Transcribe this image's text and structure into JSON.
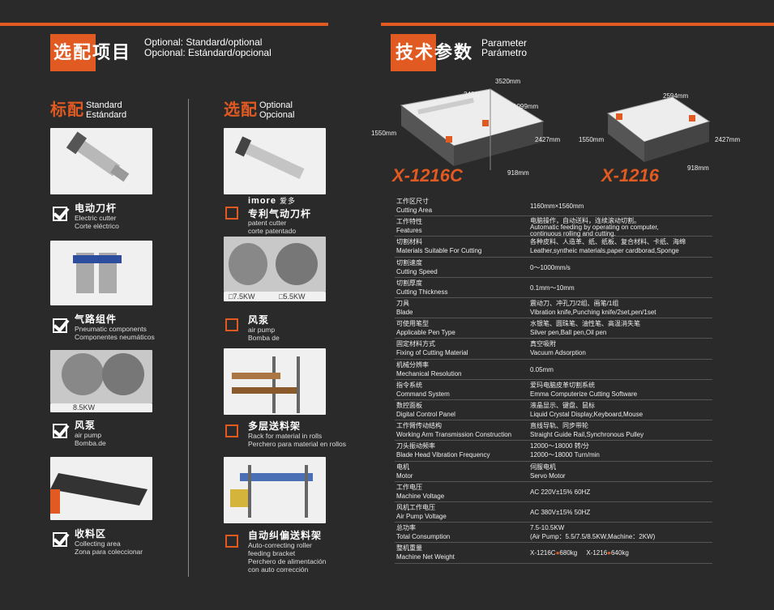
{
  "header_left": {
    "title_cn": "选配项目",
    "sub1": "Optional: Standard/optional",
    "sub2": "Opcional: Estándard/opcional"
  },
  "header_right": {
    "title_cn": "技术参数",
    "sub1": "Parameter",
    "sub2": "Parámetro"
  },
  "standard": {
    "label_cn": "标配",
    "sub1": "Standard",
    "sub2": "Estándard"
  },
  "optional": {
    "label_cn": "选配",
    "sub1": "Optional",
    "sub2": "Opcional"
  },
  "std_items": [
    {
      "cn": "电动刀杆",
      "en": "Electric cutter",
      "es": "Corte eléctrico"
    },
    {
      "cn": "气路组件",
      "en": "Pneumatic components",
      "es": "Componentes neumáticos"
    },
    {
      "cn": "风泵",
      "en": "air pump",
      "es": "Bomba.de",
      "kw": "8.5KW"
    },
    {
      "cn": "收料区",
      "en": "Collecting area",
      "es": "Zona para coleccionar"
    }
  ],
  "opt_items": [
    {
      "brand": "imore",
      "brand_cn": "爱多",
      "cn": "专利气动刀杆",
      "en": "patent cutter",
      "es": "corte patentado"
    },
    {
      "cn": "风泵",
      "en": "air pump",
      "es": "Bomba de",
      "kw1": "7.5KW",
      "kw2": "5.5KW"
    },
    {
      "cn": "多层送料架",
      "en": "Rack for material in rolls",
      "es": "Perchero para material en rollos"
    },
    {
      "cn": "自动纠偏送料架",
      "en": "Auto-correcting roller",
      "en2": "feeding bracket",
      "es": "Perchero de alimentación",
      "es2": "con auto corrección"
    }
  ],
  "machines": {
    "m1": {
      "label": "X-1216C",
      "dims": [
        "3520mm",
        "2421mm",
        "1099mm",
        "1550mm",
        "2427mm",
        "918mm"
      ]
    },
    "m2": {
      "label": "X-1216",
      "dims": [
        "2594mm",
        "1550mm",
        "2427mm",
        "918mm"
      ]
    }
  },
  "specs": [
    {
      "cn": "工作区尺寸",
      "en": "Cutting Area",
      "v1": "1160mm×1560mm",
      "v2": ""
    },
    {
      "cn": "工作特性",
      "en": "Features",
      "v1": "电脑操作，自动送料，连续滚动切割。",
      "v2": "Automatic feeding by operating on computer,",
      "v3": "continuous rolling and cutting."
    },
    {
      "cn": "切割材料",
      "en": "Materials Suitable For Cutting",
      "v1": "各种皮料、人造革、纸、纸板、复合材料、卡纸、海绵",
      "v2": "Leather,syntheic materials,paper cardborad,Sponge"
    },
    {
      "cn": "切割速度",
      "en": "Cutting Speed",
      "v1": "0～1000mm/s",
      "v2": ""
    },
    {
      "cn": "切割厚度",
      "en": "Cutting Thickness",
      "v1": "0.1mm～10mm",
      "v2": ""
    },
    {
      "cn": "刀具",
      "en": "Blade",
      "v1": "震动刀、冲孔刀/2组、画笔/1组",
      "v2": "Vibration knife,Punching knife/2set,pen/1set"
    },
    {
      "cn": "可使用笔型",
      "en": "Applicable Pen Type",
      "v1": "水银笔、圆珠笔、油性笔、高温消失笔",
      "v2": "Silver pen,Ball pen,Oil pen"
    },
    {
      "cn": "固定材料方式",
      "en": "Fixing of Cutting Material",
      "v1": "真空吸附",
      "v2": "Vacuum Adsorption"
    },
    {
      "cn": "机械分辨率",
      "en": "Mechanical Resolution",
      "v1": "0.05mm",
      "v2": ""
    },
    {
      "cn": "指令系统",
      "en": "Command System",
      "v1": "爱玛电脑皮革切割系统",
      "v2": "Emma Computerize Cutting Software"
    },
    {
      "cn": "数控面板",
      "en": "Digital Control Panel",
      "v1": "液晶显示、键盘、鼠标",
      "v2": "Liquid Crystal Display,Keyboard,Mouse"
    },
    {
      "cn": "工作臂传动结构",
      "en": "Working Arm Transmission Construction",
      "v1": "直线导轨、同步带轮",
      "v2": "Straight Guide Rail,Synchronous Pulley"
    },
    {
      "cn": "刀头振动频率",
      "en": "Blade Head Vibration Frequency",
      "v1": "12000～18000 转/分",
      "v2": "12000～18000 Turn/min"
    },
    {
      "cn": "电机",
      "en": "Motor",
      "v1": "伺服电机",
      "v2": "Servo Motor"
    },
    {
      "cn": "工作电压",
      "en": "Machine Voltage",
      "v1": "AC 220V±15% 60HZ",
      "v2": ""
    },
    {
      "cn": "风机工作电压",
      "en": "Air Pump Voltage",
      "v1": "AC 380V±15% 50HZ",
      "v2": ""
    },
    {
      "cn": "总功率",
      "en": "Total Consumption",
      "v1": "7.5-10.5KW",
      "v2": "(Air Pump：5.5/7.5/8.5KW,Machine：2KW)"
    },
    {
      "cn": "整机重量",
      "en": "Machine Net Weight",
      "v1": "X-1216C",
      "w1": "680kg",
      "v2": "X-1216",
      "w2": "640kg"
    }
  ]
}
